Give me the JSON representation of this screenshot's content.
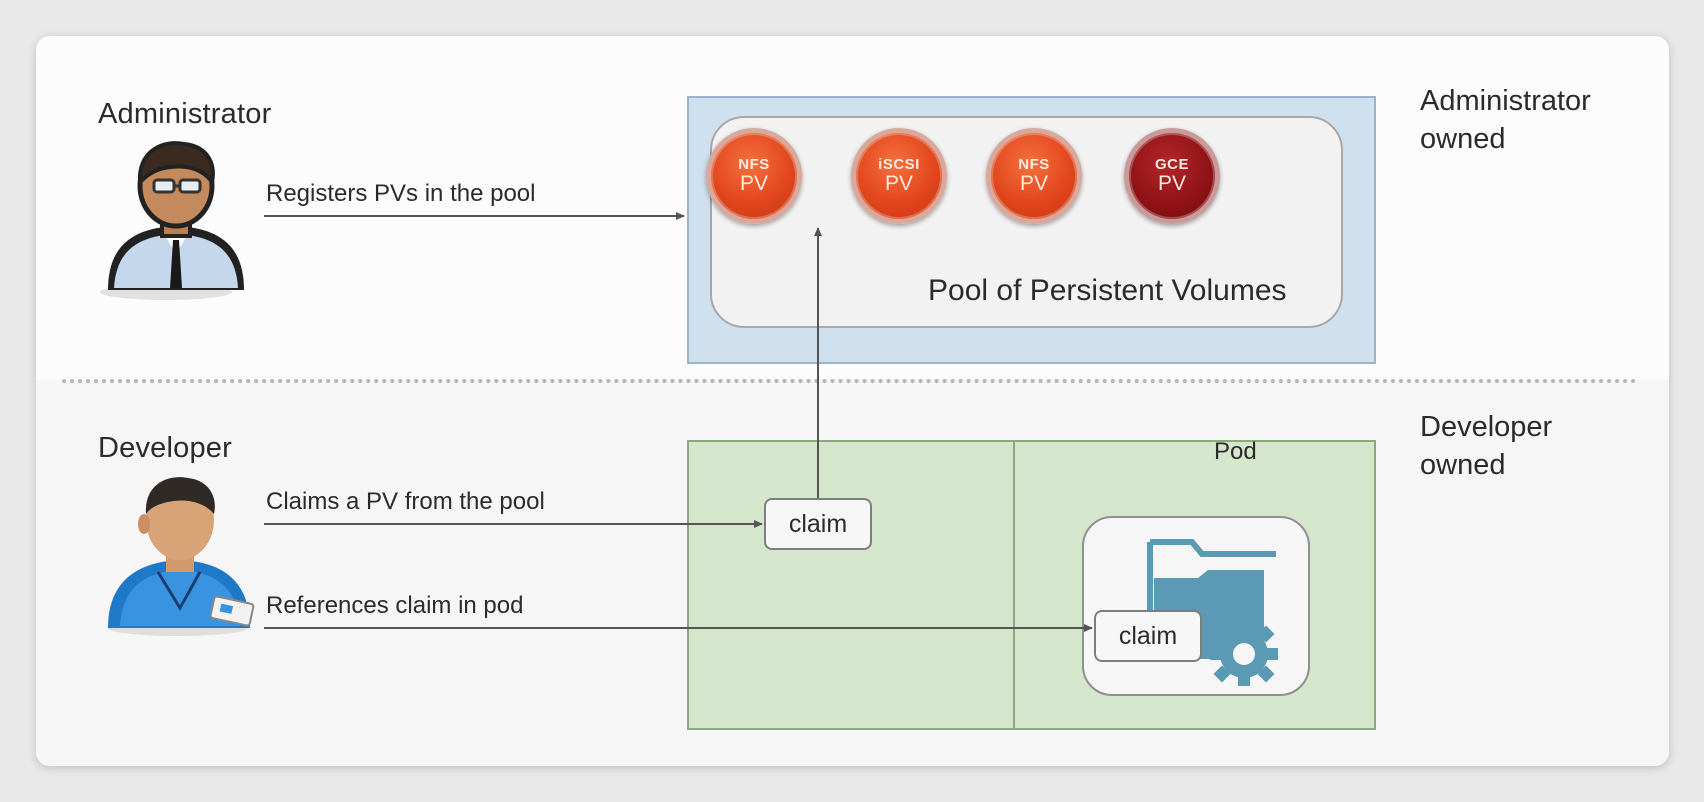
{
  "admin": {
    "title": "Administrator",
    "arrow_label": "Registers PVs in the pool",
    "owned": [
      "Administrator",
      "owned"
    ]
  },
  "developer": {
    "title": "Developer",
    "claim_label": "Claims a PV from the pool",
    "ref_label": "References claim in pod",
    "owned": [
      "Developer",
      "owned"
    ]
  },
  "pool": {
    "label": "Pool of Persistent Volumes",
    "volumes": [
      {
        "type": "NFS",
        "kind": "PV",
        "color": "#e2461d"
      },
      {
        "type": "iSCSI",
        "kind": "PV",
        "color": "#e2461d"
      },
      {
        "type": "NFS",
        "kind": "PV",
        "color": "#e2461d"
      },
      {
        "type": "GCE",
        "kind": "PV",
        "color": "#8e1216"
      }
    ]
  },
  "claim_box": {
    "label": "claim"
  },
  "pod": {
    "label": "Pod",
    "claim_label": "claim",
    "icon": "folder-gear-icon"
  },
  "colors": {
    "pool_bg": "#cfe0ef",
    "developer_area": "#d4e6cc",
    "pv": "#e2461d",
    "pv_dark": "#8e1216"
  }
}
